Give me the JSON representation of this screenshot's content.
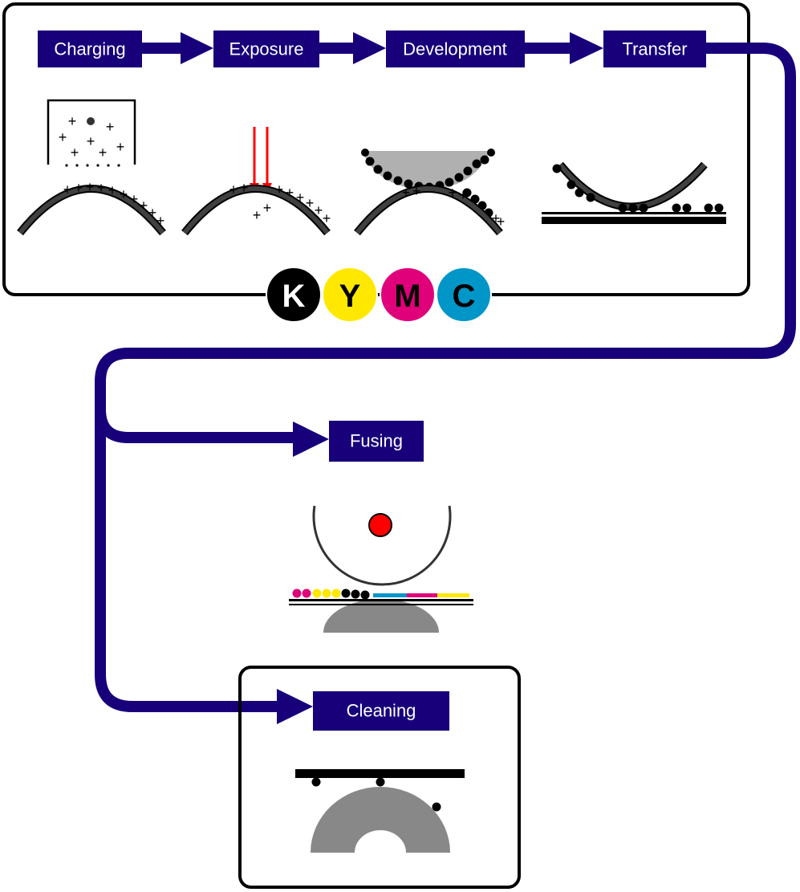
{
  "steps": {
    "charging": "Charging",
    "exposure": "Exposure",
    "development": "Development",
    "transfer": "Transfer",
    "fusing": "Fusing",
    "cleaning": "Cleaning"
  },
  "toner_badges": [
    {
      "letter": "K",
      "color": "#000000",
      "text_color": "#ffffff"
    },
    {
      "letter": "Y",
      "color": "#ffe800",
      "text_color": "#000000"
    },
    {
      "letter": "M",
      "color": "#e0007a",
      "text_color": "#000000"
    },
    {
      "letter": "C",
      "color": "#0096c8",
      "text_color": "#000000"
    }
  ],
  "colors": {
    "step_box": "#17007a",
    "flow_line": "#17007a",
    "drum": "#404040",
    "roller": "#888888",
    "exposure_light": "#ff0000",
    "heater": "#ff0000"
  }
}
